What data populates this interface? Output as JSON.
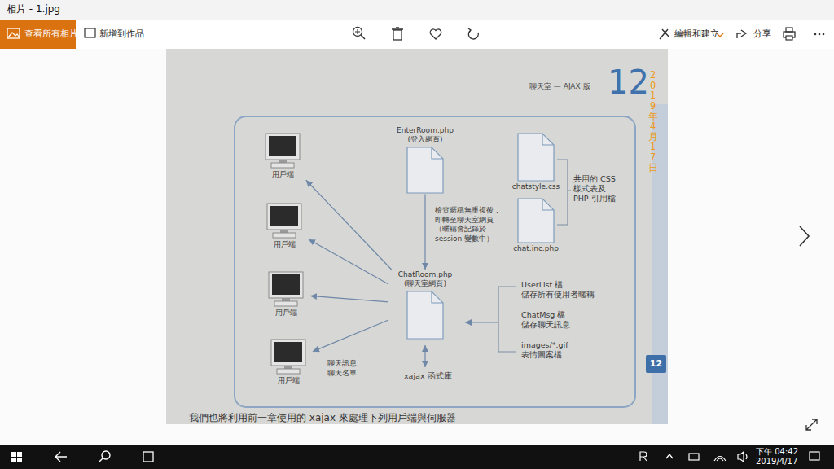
{
  "diagram": {
    "nodes": [
      {
        "text": [
          "用戶端"
        ]
      },
      {
        "text": [
          "EnterRoom.php (登入網頁)"
        ]
      },
      {
        "text": [
          "chatstyle.css"
        ]
      },
      {
        "text": [
          "用戶端"
        ]
      },
      {
        "text": [
          "chat.inc.php"
        ]
      },
      {
        "text": [
          "ChatRoom.php (聊天室網頁)"
        ]
      },
      {
        "text": [
          "用戶端"
        ]
      },
      {
        "text": [
          "用戶端"
        ]
      }
    ],
    "edges": [
      {
        "from": 1,
        "to": 5,
        "arrow": "to",
        "label": "檢查暱稱無重複後，即轉至聊天室網頁（暱稱會記錄於 session 變數中）"
      },
      {
        "from": 5,
        "to": 0,
        "arrow": "to"
      },
      {
        "from": 5,
        "to": 3,
        "arrow": "to"
      },
      {
        "from": 5,
        "to": 6,
        "arrow": "to"
      },
      {
        "from": 5,
        "to": 7,
        "arrow": "to",
        "label": "聊天訊息 聊天名單"
      }
    ],
    "labels": [
      "相片 - 1.jpg",
      "查看所有相片",
      "新增到作品",
      "編輯和建立",
      "分享",
      "聊天室 — AJAX 版",
      "12",
      "2019年4月17日",
      "共用的 CSS 樣式表及 PHP 引用檔",
      "UserList 檔 儲存所有使用者暱稱",
      "ChatMsg 檔 儲存聊天訊息",
      "images/*.gif 表情圖案檔",
      "xajax 函式庫",
      "12",
      "我們也將利用前一章使用的 xajax 來處理下列用戶端與伺服器",
      "下午 04:42",
      "2019/4/17"
    ]
  }
}
